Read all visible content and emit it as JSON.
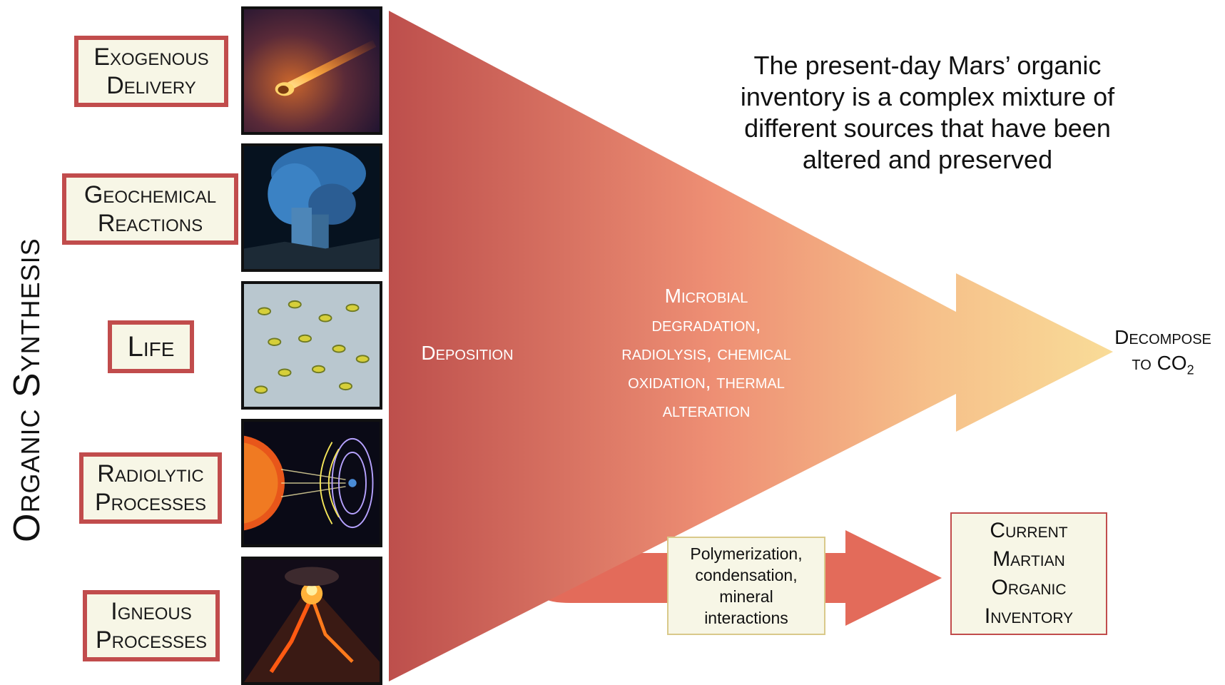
{
  "side_title": "Organic Synthesis",
  "sources": [
    {
      "lines": [
        "Exogenous",
        "Delivery"
      ],
      "photo": "meteor-photo"
    },
    {
      "lines": [
        "Geochemical",
        "Reactions"
      ],
      "photo": "hydrothermal-vent-photo"
    },
    {
      "lines": [
        "Life"
      ],
      "photo": "microbes-photo"
    },
    {
      "lines": [
        "Radiolytic",
        "Processes"
      ],
      "photo": "solar-wind-magnetosphere-photo"
    },
    {
      "lines": [
        "Igneous",
        "Processes"
      ],
      "photo": "volcano-photo"
    }
  ],
  "statement": "The present-day Mars’ organic inventory is a complex mixture of different sources that have been altered and preserved",
  "deposition_label": "Deposition",
  "alteration_lines": [
    "Microbial",
    "degradation,",
    "radiolysis, chemical",
    "oxidation, thermal",
    "alteration"
  ],
  "decompose": {
    "line1": "Decompose",
    "line2_prefix": "to CO",
    "line2_sub": "2"
  },
  "process_lines": [
    "Polymerization,",
    "condensation,",
    "mineral",
    "interactions"
  ],
  "inventory_lines": [
    "Current",
    "Martian",
    "Organic",
    "Inventory"
  ],
  "colors": {
    "box_border": "#c14c4c",
    "box_fill": "#f7f6e6",
    "funnel_start": "#c0504d",
    "funnel_mid": "#ec8c70",
    "funnel_end": "#f8d592",
    "lower_arrow": "#e36b5a"
  }
}
